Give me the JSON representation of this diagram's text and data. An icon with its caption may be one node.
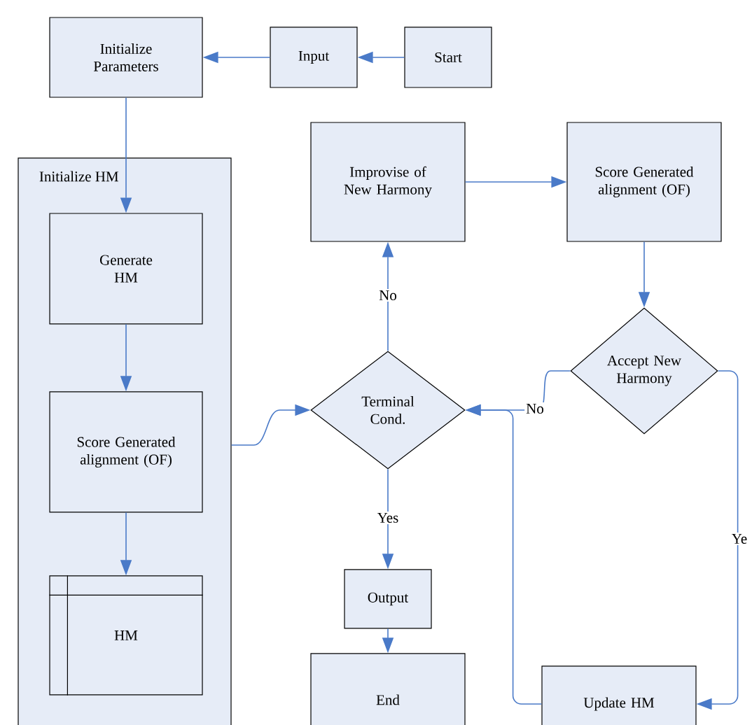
{
  "diagram": {
    "nodes": [
      {
        "text": [
          "Initialize Parameters"
        ]
      },
      {
        "text": [
          "Input"
        ]
      },
      {
        "text": [
          "Start"
        ]
      },
      {
        "text": [
          "Initialize HM"
        ]
      },
      {
        "text": [
          "Generate HM"
        ],
        "in": 3
      },
      {
        "text": [
          "Score Generated alignment (OF)"
        ],
        "in": 3
      },
      {
        "text": [
          "HM"
        ],
        "in": 3
      },
      {
        "text": [
          "Improvise of New Harmony"
        ]
      },
      {
        "text": [
          "Score Generated alignment (OF)"
        ]
      },
      {
        "text": [
          "Accept New Harmony"
        ]
      },
      {
        "text": [
          "Terminal Cond."
        ]
      },
      {
        "text": [
          "Output"
        ]
      },
      {
        "text": [
          "End"
        ]
      },
      {
        "text": [
          "Update HM"
        ]
      }
    ],
    "edges": [
      {
        "from": 2,
        "to": 1,
        "arrow": "to"
      },
      {
        "from": 1,
        "to": 0,
        "arrow": "to"
      },
      {
        "from": 0,
        "to": 4,
        "arrow": "to"
      },
      {
        "from": 4,
        "to": 5,
        "arrow": "to"
      },
      {
        "from": 5,
        "to": 6,
        "arrow": "to"
      },
      {
        "from": 3,
        "to": 10,
        "arrow": "to"
      },
      {
        "from": 10,
        "to": 7,
        "arrow": "to",
        "label": "No"
      },
      {
        "from": 7,
        "to": 8,
        "arrow": "to"
      },
      {
        "from": 8,
        "to": 9,
        "arrow": "to"
      },
      {
        "from": 9,
        "to": 10,
        "arrow": "to",
        "label": "No"
      },
      {
        "from": 9,
        "to": 13,
        "arrow": "to",
        "label": "Ye"
      },
      {
        "from": 13,
        "to": 10,
        "arrow": "to"
      },
      {
        "from": 10,
        "to": 11,
        "arrow": "to",
        "label": "Yes"
      },
      {
        "from": 11,
        "to": 12,
        "arrow": "to"
      }
    ]
  }
}
